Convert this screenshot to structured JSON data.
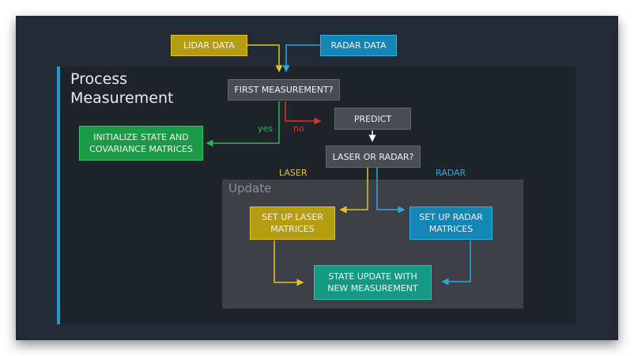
{
  "title": "Process\nMeasurement",
  "title_lines": [
    "Process",
    "Measurement"
  ],
  "update_label": "Update",
  "nodes": {
    "lidar": "LIDAR DATA",
    "radar": "RADAR DATA",
    "first_measurement": "FIRST MEASUREMENT?",
    "predict": "PREDICT",
    "laser_or_radar": "LASER OR RADAR?",
    "initialize": "INITIALIZE STATE AND COVARIANCE MATRICES",
    "setup_laser": "SET UP LASER MATRICES",
    "setup_radar": "SET UP RADAR MATRICES",
    "state_update": "STATE UPDATE WITH NEW MEASUREMENT"
  },
  "edge_labels": {
    "yes": "yes",
    "no": "no",
    "laser": "LASER",
    "radar": "RADAR"
  },
  "colors": {
    "laser": "#e2c427",
    "radar": "#2fa8de",
    "yes": "#2bb55a",
    "no": "#d8322f",
    "neutral": "#ffffff",
    "accent": "#1e9bd7"
  }
}
